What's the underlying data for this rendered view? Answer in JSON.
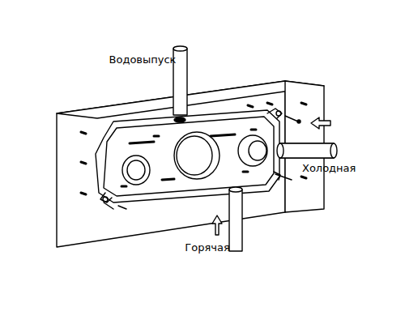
{
  "diagram": {
    "labels": [
      "Водовыпуск",
      "Холодная",
      "Горячая"
    ]
  }
}
